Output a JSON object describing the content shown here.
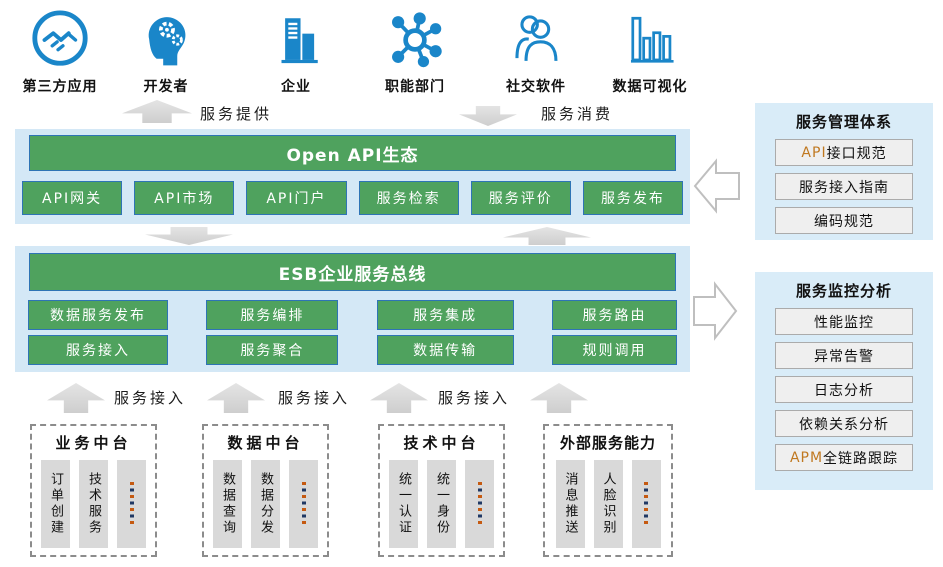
{
  "colors": {
    "icon_blue": "#1A86C9",
    "green": "#4FA25E",
    "container_blue": "#D4E8F6",
    "panel_blue": "#D9ECF8",
    "arrow_gray": "#D8D8D8",
    "pillar_gray": "#D9D9D9",
    "item_gray": "#EFEFEF",
    "accent_orange": "#C07820"
  },
  "actors": [
    {
      "icon": "handshake-icon",
      "label": "第三方应用"
    },
    {
      "icon": "developer-gears-icon",
      "label": "开发者"
    },
    {
      "icon": "buildings-icon",
      "label": "企业"
    },
    {
      "icon": "network-nodes-icon",
      "label": "职能部门"
    },
    {
      "icon": "people-icon",
      "label": "社交软件"
    },
    {
      "icon": "bar-chart-icon",
      "label": "数据可视化"
    }
  ],
  "flow": {
    "provide": "服务提供",
    "consume": "服务消费",
    "access_labels": [
      "服务接入",
      "服务接入",
      "服务接入"
    ]
  },
  "open_api": {
    "title": "Open API生态",
    "items": [
      "API网关",
      "API市场",
      "API门户",
      "服务检索",
      "服务评价",
      "服务发布"
    ]
  },
  "esb": {
    "title": "ESB企业服务总线",
    "row1": [
      "数据服务发布",
      "服务编排",
      "服务集成",
      "服务路由"
    ],
    "row2": [
      "服务接入",
      "服务聚合",
      "数据传输",
      "规则调用"
    ]
  },
  "platforms": [
    {
      "title": "业务中台",
      "pillars": [
        "订单创建",
        "技术服务"
      ],
      "more": "……"
    },
    {
      "title": "数据中台",
      "pillars": [
        "数据查询",
        "数据分发"
      ],
      "more": "……"
    },
    {
      "title": "技术中台",
      "pillars": [
        "统一认证",
        "统一身份"
      ],
      "more": "……"
    },
    {
      "title": "外部服务能力",
      "pillars": [
        "消息推送",
        "人脸识别"
      ],
      "more": "……"
    }
  ],
  "panels": {
    "management": {
      "title": "服务管理体系",
      "items": [
        {
          "prefix": "API",
          "label": "接口规范"
        },
        {
          "prefix": "",
          "label": "服务接入指南"
        },
        {
          "prefix": "",
          "label": "编码规范"
        }
      ]
    },
    "monitoring": {
      "title": "服务监控分析",
      "items": [
        {
          "prefix": "",
          "label": "性能监控"
        },
        {
          "prefix": "",
          "label": "异常告警"
        },
        {
          "prefix": "",
          "label": "日志分析"
        },
        {
          "prefix": "",
          "label": "依赖关系分析"
        },
        {
          "prefix": "APM",
          "label": "全链路跟踪"
        }
      ]
    }
  }
}
